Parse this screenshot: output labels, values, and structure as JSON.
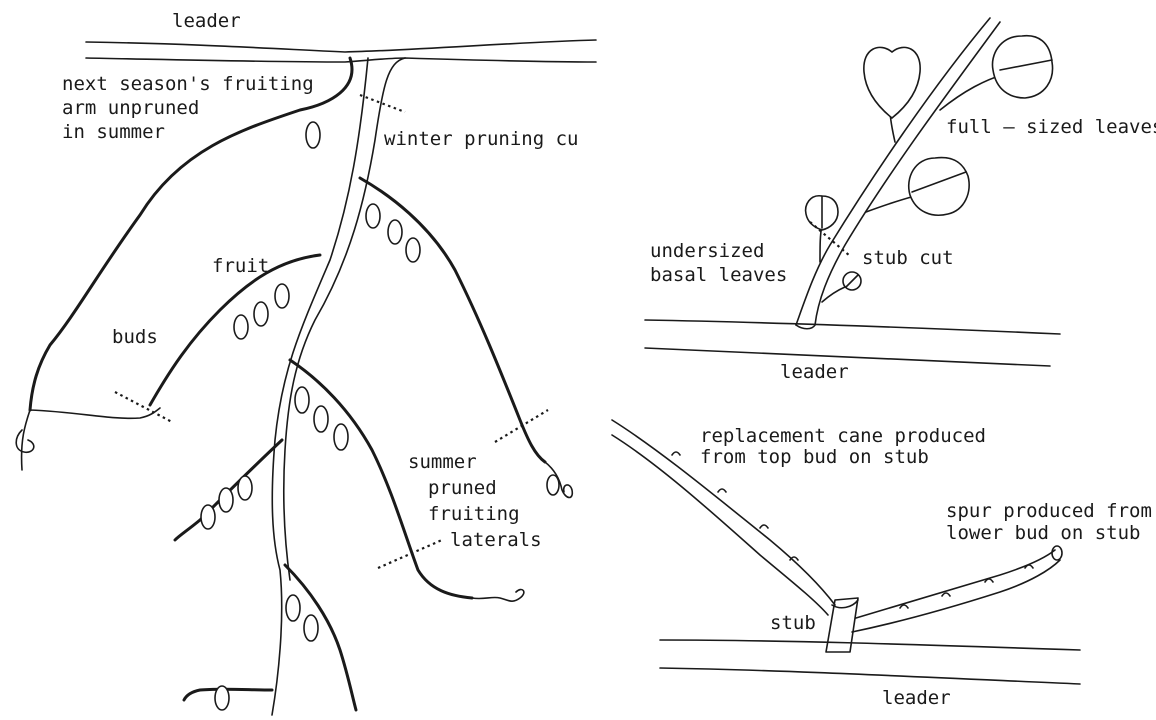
{
  "left_panel": {
    "leader": "leader",
    "next_season_arm": [
      "next season's fruiting",
      "arm unpruned",
      "in summer"
    ],
    "winter_cut": "winter pruning cu",
    "fruit": "fruit",
    "buds": "buds",
    "summer_pruned": [
      "summer",
      "pruned",
      "fruiting",
      "laterals"
    ]
  },
  "right_top_panel": {
    "full_sized_leaves": "full – sized leaves",
    "undersized_basal_leaves": [
      "undersized",
      "basal leaves"
    ],
    "stub_cut": "stub cut",
    "leader": "leader"
  },
  "right_bottom_panel": {
    "replacement_cane": [
      "replacement cane produced",
      "from top bud on stub"
    ],
    "spur": [
      "spur produced from",
      "lower bud on stub"
    ],
    "stub": "stub",
    "leader": "leader"
  }
}
